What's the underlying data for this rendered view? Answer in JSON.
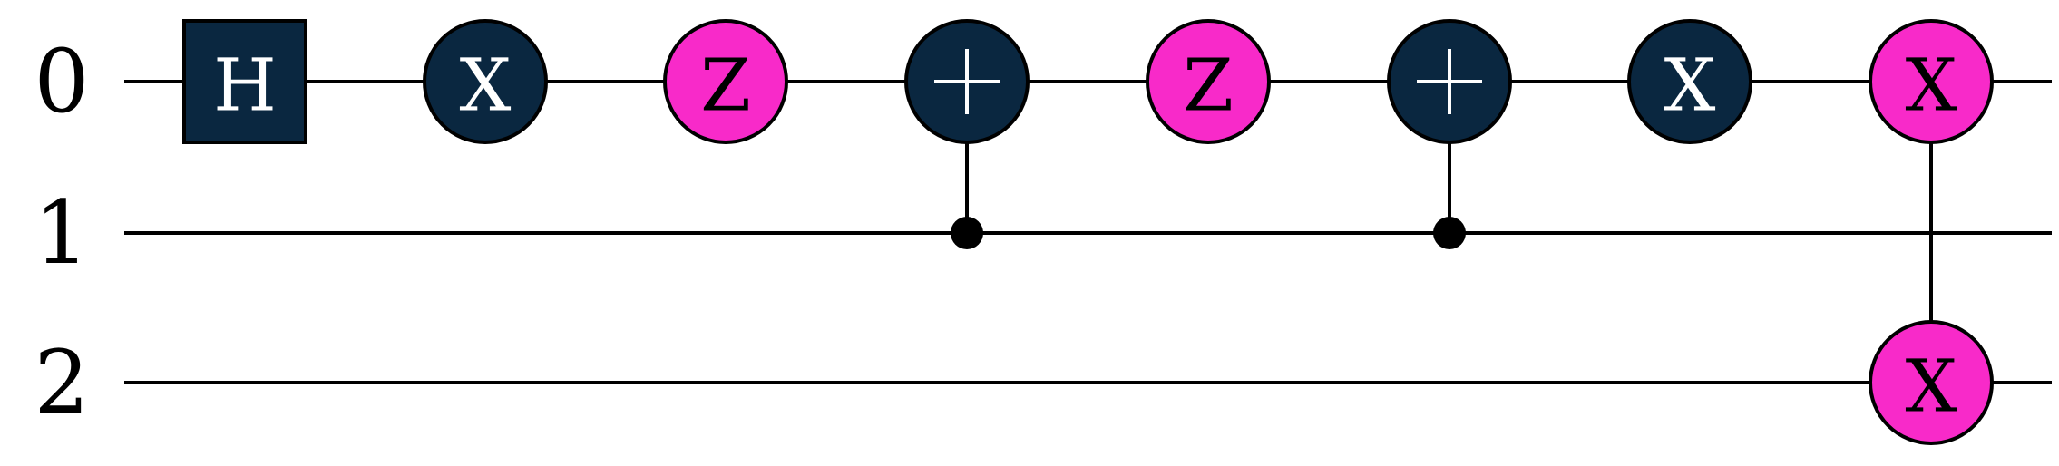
{
  "colors": {
    "dark_gate": "#0a2740",
    "pink_gate": "#f82ac9",
    "wire": "#000000",
    "dark_text": "#ffffff",
    "pink_text": "#000000"
  },
  "wires": [
    {
      "label": "0"
    },
    {
      "label": "1"
    },
    {
      "label": "2"
    }
  ],
  "gates": [
    {
      "kind": "box",
      "qubit": 0,
      "column": 0,
      "text": "H",
      "color": "dark"
    },
    {
      "kind": "circle",
      "qubit": 0,
      "column": 1,
      "text": "X",
      "color": "dark"
    },
    {
      "kind": "circle",
      "qubit": 0,
      "column": 2,
      "text": "Z",
      "color": "pink"
    },
    {
      "kind": "cnot",
      "target": 0,
      "control": 1,
      "column": 3,
      "color": "dark"
    },
    {
      "kind": "circle",
      "qubit": 0,
      "column": 4,
      "text": "Z",
      "color": "pink"
    },
    {
      "kind": "cnot",
      "target": 0,
      "control": 1,
      "column": 5,
      "color": "dark"
    },
    {
      "kind": "circle",
      "qubit": 0,
      "column": 6,
      "text": "X",
      "color": "dark"
    },
    {
      "kind": "two_qubit",
      "qubits": [
        0,
        2
      ],
      "column": 7,
      "text": "X",
      "color": "pink"
    }
  ]
}
